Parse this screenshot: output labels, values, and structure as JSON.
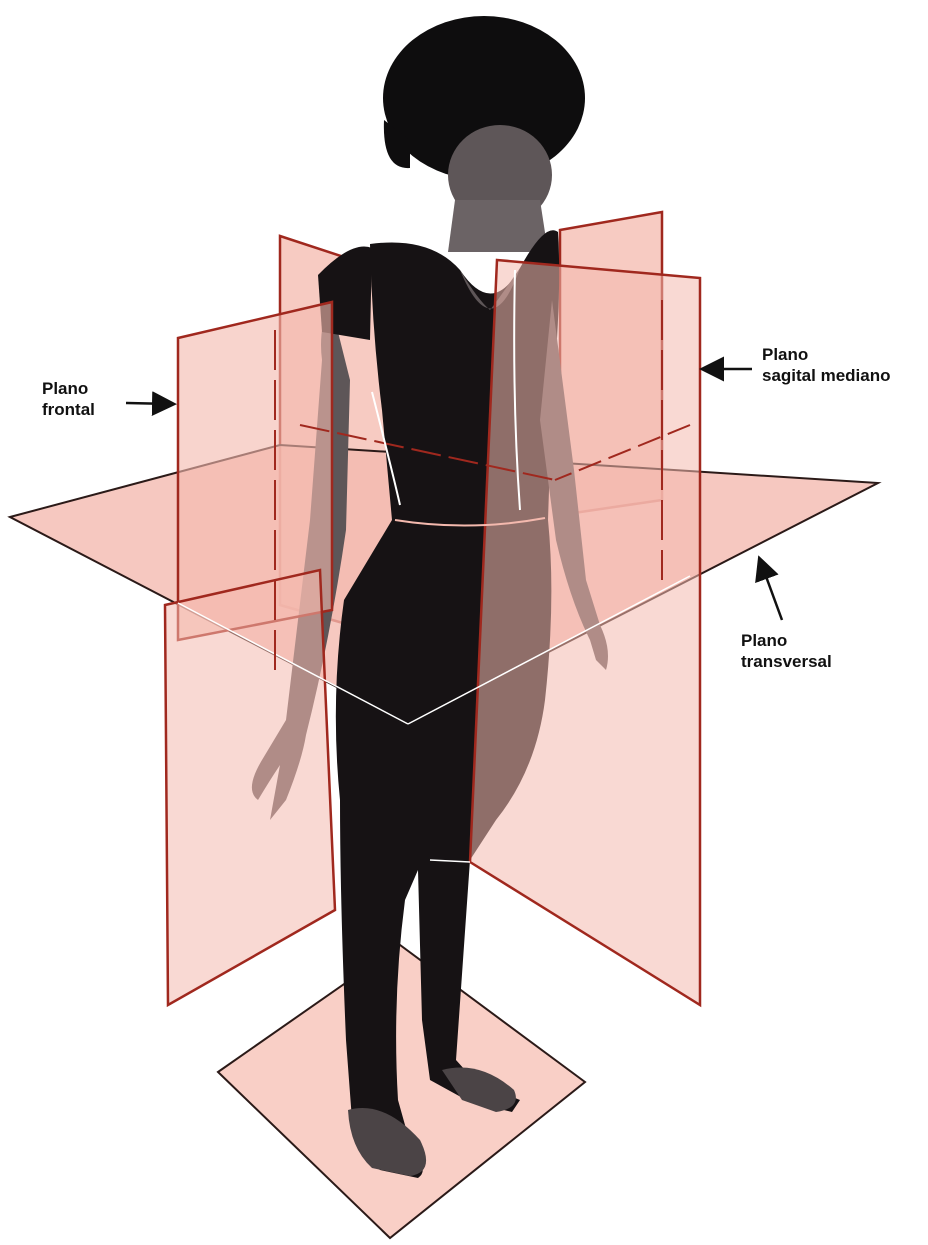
{
  "labels": {
    "frontal": {
      "line1": "Plano",
      "line2": "frontal"
    },
    "sagital": {
      "line1": "Plano",
      "line2": "sagital mediano"
    },
    "transversal": {
      "line1": "Plano",
      "line2": "transversal"
    }
  },
  "colors": {
    "plane_fill": "#f4b9ae",
    "plane_edge": "#a0281e",
    "plane_inner_line": "#ffffff",
    "figure_clothing": "#161214",
    "figure_skin": "#5e5658",
    "label_text": "#111111",
    "arrow": "#111111"
  },
  "icons": {
    "figure": "human-figure-icon",
    "arrow": "arrow-icon"
  }
}
